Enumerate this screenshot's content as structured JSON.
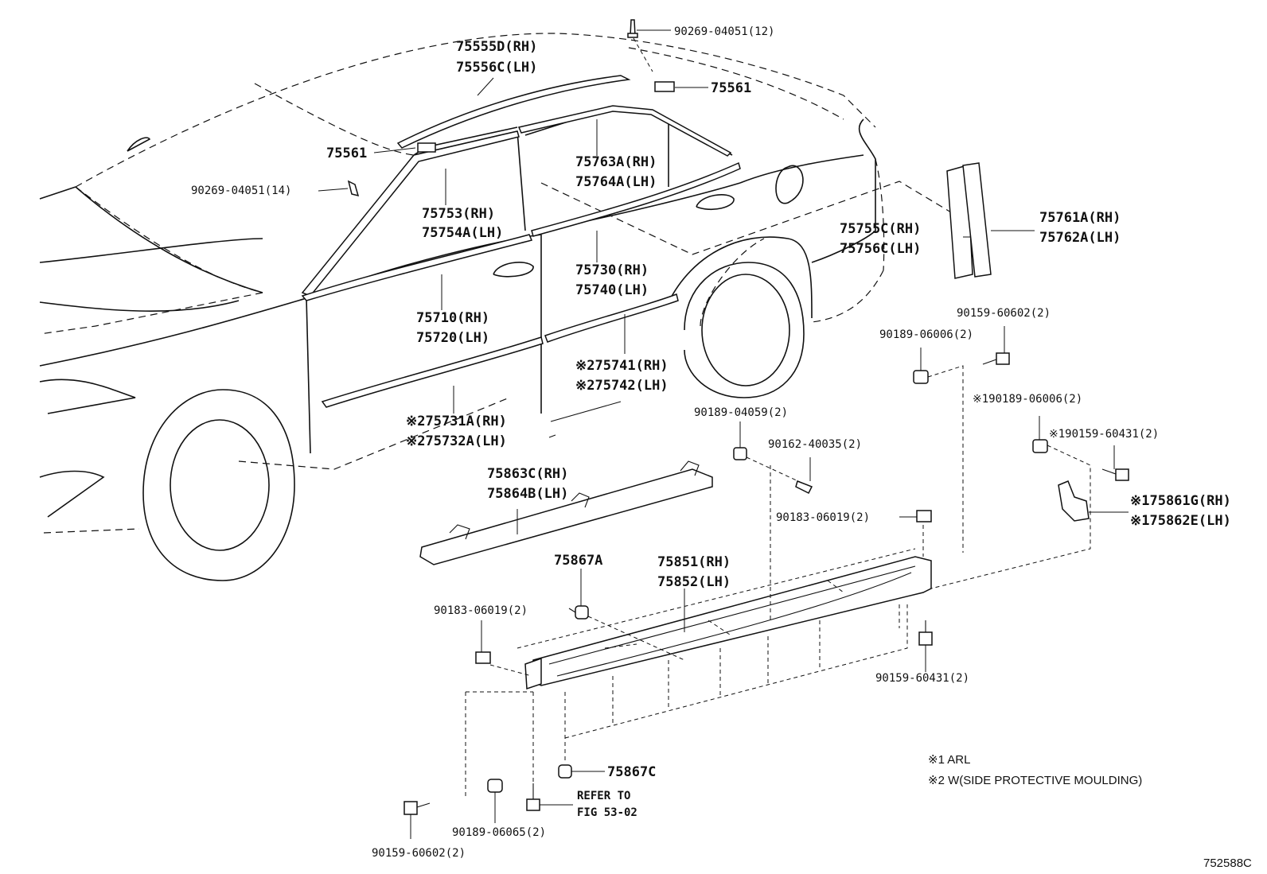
{
  "parts": {
    "p90269_12": "90269-04051(12)",
    "p75555d": "75555D(RH)",
    "p75556c": "75556C(LH)",
    "p75561_a": "75561",
    "p75561_b": "75561",
    "p90269_14": "90269-04051(14)",
    "p75763a": "75763A(RH)",
    "p75764a": "75764A(LH)",
    "p75753": "75753(RH)",
    "p75754a": "75754A(LH)",
    "p75755c": "75755C(RH)",
    "p75756c": "75756C(LH)",
    "p75761a": "75761A(RH)",
    "p75762a": "75762A(LH)",
    "p75730": "75730(RH)",
    "p75740": "75740(LH)",
    "p75710": "75710(RH)",
    "p75720": "75720(LH)",
    "p75741": "※275741(RH)",
    "p75742": "※275742(LH)",
    "p75731a": "※275731A(RH)",
    "p75732a": "※275732A(LH)",
    "p90159_60602_top": "90159-60602(2)",
    "p90189_06006": "90189-06006(2)",
    "p90189_06006_arl": "※190189-06006(2)",
    "p90159_60431_arl": "※190159-60431(2)",
    "p90189_04059": "90189-04059(2)",
    "p90162_40035": "90162-40035(2)",
    "p75863c": "75863C(RH)",
    "p75864b": "75864B(LH)",
    "p75861g": "※175861G(RH)",
    "p75862e": "※175862E(LH)",
    "p90183_06019_r": "90183-06019(2)",
    "p75867a": "75867A",
    "p75851": "75851(RH)",
    "p75852": "75852(LH)",
    "p90183_06019_l": "90183-06019(2)",
    "p90159_60431": "90159-60431(2)",
    "p75867c": "75867C",
    "refer_to": "REFER TO",
    "fig": "FIG 53-02",
    "p90189_06065": "90189-06065(2)",
    "p90159_60602_bot": "90159-60602(2)"
  },
  "notes": {
    "n1": "※1 ARL",
    "n2": "※2 W(SIDE PROTECTIVE MOULDING)"
  },
  "diagram_id": "752588C"
}
